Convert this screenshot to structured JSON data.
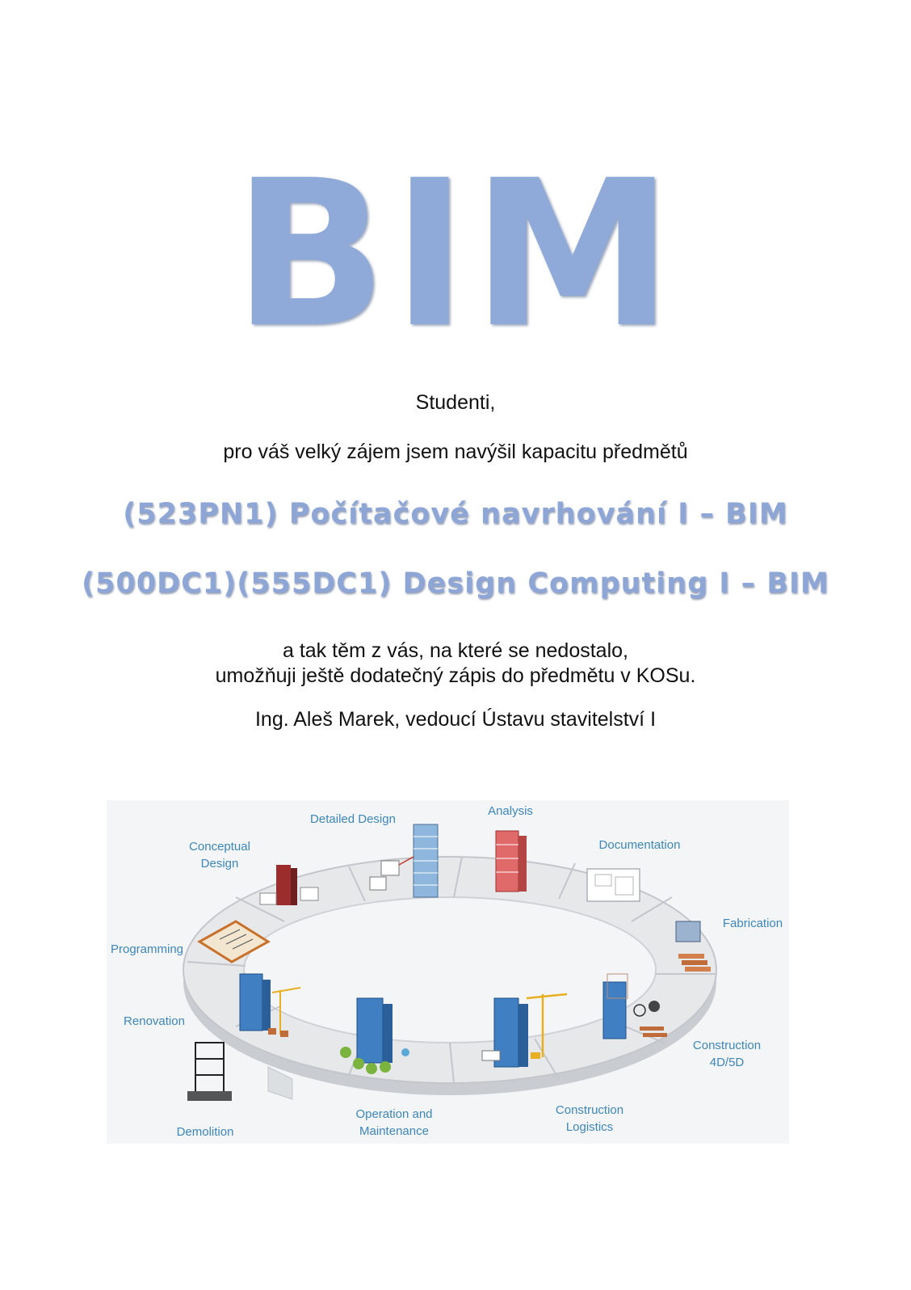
{
  "logo": {
    "text": "BIM",
    "color": "#8faad8"
  },
  "greeting": "Studenti,",
  "intro": "pro váš velký zájem jsem navýšil kapacitu předmětů",
  "courses": [
    "(523PN1) Počítačové navrhování I – BIM",
    "(500DC1)(555DC1) Design Computing I – BIM"
  ],
  "body_lines": [
    "a tak těm z vás, na které se nedostalo,",
    "umožňuji ještě dodatečný zápis do předmětu v KOSu."
  ],
  "signature": "Ing. Aleš Marek, vedoucí Ústavu stavitelství I",
  "diagram": {
    "accent_color": "#3d86b8",
    "stages": {
      "detailed_design": "Detailed Design",
      "analysis": "Analysis",
      "conceptual_1": "Conceptual",
      "conceptual_2": "Design",
      "documentation": "Documentation",
      "fabrication": "Fabrication",
      "programming": "Programming",
      "renovation": "Renovation",
      "construction_4d_1": "Construction",
      "construction_4d_2": "4D/5D",
      "construction_logistics_1": "Construction",
      "construction_logistics_2": "Logistics",
      "operation_1": "Operation and",
      "operation_2": "Maintenance",
      "demolition": "Demolition"
    }
  }
}
